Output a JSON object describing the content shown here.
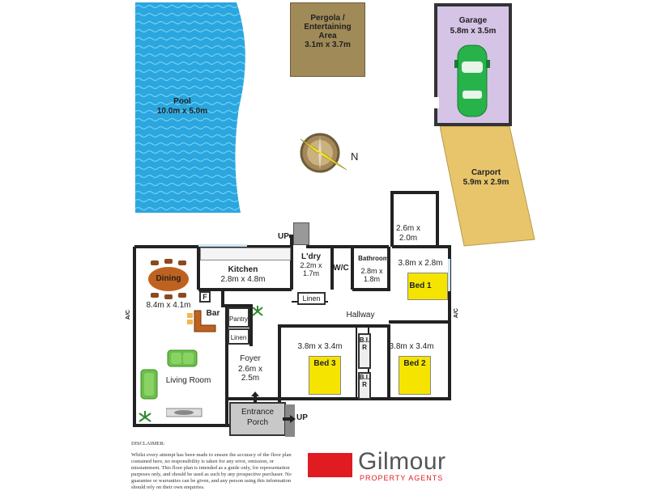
{
  "pool": {
    "title": "Pool",
    "dims": "10.0m x 5.0m"
  },
  "pergola": {
    "line1": "Pergola /",
    "line2": "Entertaining",
    "line3": "Area",
    "dims": "3.1m x 3.7m"
  },
  "garage": {
    "title": "Garage",
    "dims": "5.8m x 3.5m"
  },
  "carport": {
    "title": "Carport",
    "dims": "5.9m x 2.9m"
  },
  "compass": {
    "north": "N"
  },
  "rooms": {
    "dining": "Dining",
    "dining_dims": "8.4m x 4.1m",
    "living": "Living Room",
    "kitchen": "Kitchen",
    "kitchen_dims": "2.8m x 4.8m",
    "laundry": "L'dry",
    "laundry_dims": "2.2m x 1.7m",
    "wc": "W/C",
    "bathroom": "Bathroom",
    "bathroom_dims": "2.8m x 1.8m",
    "ensuite_dims_1": "2.6m x",
    "ensuite_dims_2": "2.0m",
    "bed1_dims": "3.8m x 2.8m",
    "bed1": "Bed 1",
    "linen_top": "Linen",
    "hallway": "Hallway",
    "bar": "Bar",
    "f": "F",
    "pantry": "Pantry",
    "linen_left": "Linen",
    "foyer": "Foyer",
    "foyer_dims": "2.6m x 2.5m",
    "bed3_dims": "3.8m x 3.4m",
    "bed3": "Bed 3",
    "bir1": "B.I.R",
    "bir2": "B.I.R",
    "bed2_dims": "3.8m x 3.4m",
    "bed2": "Bed 2",
    "entrance": "Entrance",
    "porch": "Porch",
    "ac_left": "A/C",
    "ac_right": "A/C",
    "up_top": "UP",
    "up_bottom": "UP"
  },
  "disclaimer": {
    "title": "DISCLAIMER:",
    "body": "Whilst every attempt has been made to ensure the accuracy of the floor plan contained here, no responsibility is taken for any error, omission, or misstatement. This floor plan is intended as a guide only, for representation purposes only, and should be used as such by any prospective purchaser. No guarantee or warranties can be given, and any person using this information should rely on their own enquiries."
  },
  "logo": {
    "name": "Gilmour",
    "sub": "PROPERTY AGENTS",
    "color": "#e01b22"
  },
  "colors": {
    "pool": "#29a8e0",
    "pergola": "#a08a57",
    "garage": "#d5c4e6",
    "carport": "#e8c56b",
    "bed": "#f5e400"
  }
}
